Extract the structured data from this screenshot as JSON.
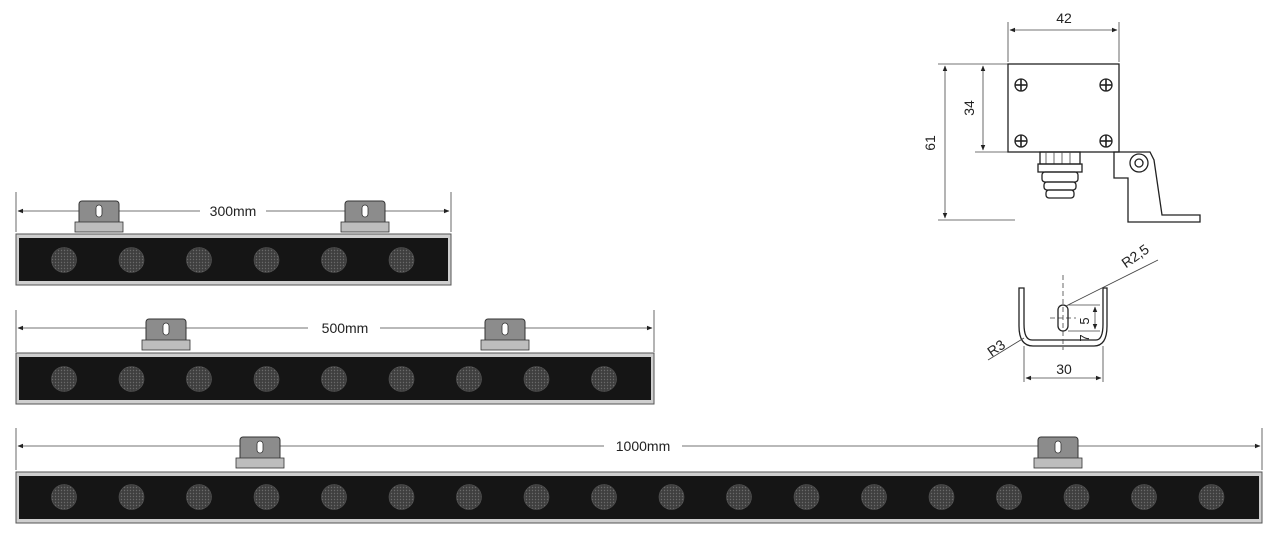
{
  "bars": [
    {
      "id": "bar-300",
      "length_label": "300mm",
      "lens_count": 6
    },
    {
      "id": "bar-500",
      "length_label": "500mm",
      "lens_count": 9
    },
    {
      "id": "bar-1000",
      "length_label": "1000mm",
      "lens_count": 18
    }
  ],
  "junction_box": {
    "width_label": "42",
    "body_height_label": "34",
    "total_height_label": "61"
  },
  "bracket": {
    "radius_top_label": "R2,5",
    "radius_corner_label": "R3",
    "slot_dim_label_a": "5",
    "slot_dim_label_b": "7",
    "width_label": "30"
  },
  "colors": {
    "bar_body": "#151515",
    "lens": "#4a4a4a",
    "bracket_fill": "#8c8c8c",
    "line": "#222222"
  }
}
